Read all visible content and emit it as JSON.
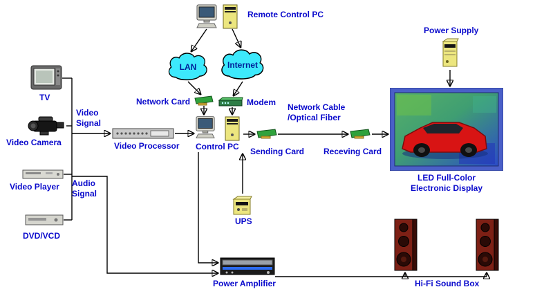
{
  "colors": {
    "label_blue": "#0a0acc",
    "cloud_cyan": "#3de9fc",
    "card_green": "#2fa23c",
    "device_yellow": "#ece67f",
    "display_frame_blue": "#4a5fc8",
    "speaker_maroon": "#7d2015",
    "car_red": "#d81414",
    "background": "#ffffff"
  },
  "nodes": {
    "remote_control_pc": {
      "label": "Remote Control PC"
    },
    "lan": {
      "label": "LAN"
    },
    "internet": {
      "label": "Internet"
    },
    "network_card": {
      "label": "Network Card"
    },
    "modem": {
      "label": "Modem"
    },
    "tv": {
      "label": "TV"
    },
    "video_camera": {
      "label": "Video Camera"
    },
    "video_player": {
      "label": "Video Player"
    },
    "dvd_vcd": {
      "label": "DVD/VCD"
    },
    "video_processor": {
      "label": "Video Processor"
    },
    "control_pc": {
      "label": "Control PC"
    },
    "sending_card": {
      "label": "Sending Card"
    },
    "receiving_card": {
      "label": "Receving Card"
    },
    "led_display": {
      "label": "LED Full-Color\nElectronic Display"
    },
    "power_supply": {
      "label": "Power Supply"
    },
    "ups": {
      "label": "UPS"
    },
    "power_amplifier": {
      "label": "Power Amplifier"
    },
    "hifi_sound_box": {
      "label": "Hi-Fi Sound Box"
    }
  },
  "edges": {
    "video_signal": "Video\nSignal",
    "audio_signal": "Audio\nSignal",
    "network_cable": "Network Cable\n/Optical Fiber"
  }
}
